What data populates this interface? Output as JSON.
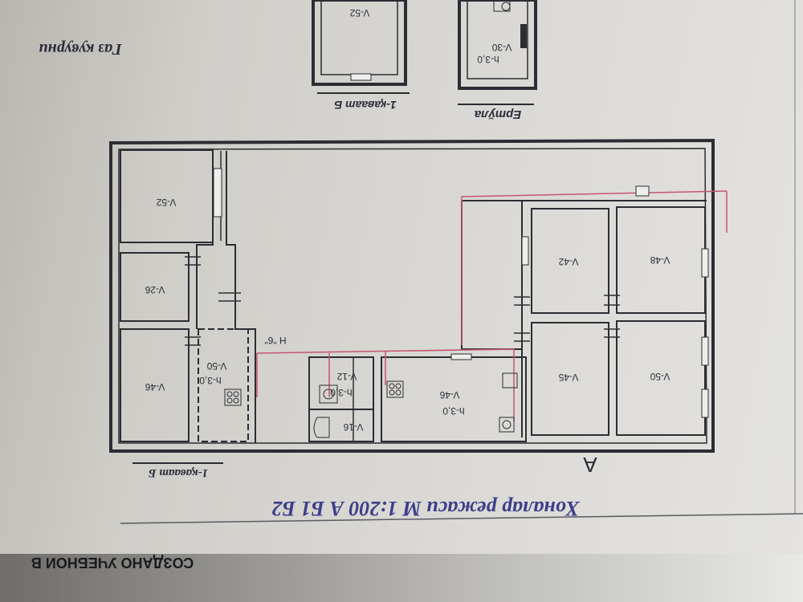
{
  "drawing": {
    "title": "Хоналар режаси М 1:200  А  Б1  Б2",
    "section_mark": "А",
    "floor_label_main": "1-қаваат Б",
    "floor_label_top": "1-қаваат Б",
    "hallway_label": "Ертўла",
    "gas_label": "Газ кувурни",
    "stamp_text": "СОЗДАНО УЧЕБНОИ В",
    "height_label": "Н \"6\"",
    "colors": {
      "line": "#2c2c34",
      "gas": "#c4566e",
      "title": "#3c3f8a",
      "paper": "#dcdad6"
    }
  },
  "rooms": {
    "r1": {
      "name": "V-52"
    },
    "r2": {
      "name": "V-26"
    },
    "r3": {
      "name": "V-46"
    },
    "r4_name": "V-50",
    "r4_h": "h-3,0",
    "r5_name": "V-12",
    "r5_h": "h-3,0",
    "r6": {
      "name": "V-16"
    },
    "r7_name": "V-46",
    "r7_h": "h-3,0",
    "r8": {
      "name": "V-42"
    },
    "r9": {
      "name": "V-48"
    },
    "r10": {
      "name": "V-45"
    },
    "r11": {
      "name": "V-50"
    },
    "top1": {
      "name": "V-52"
    },
    "top2_name": "V-30",
    "top2_h": "h-3,0"
  }
}
